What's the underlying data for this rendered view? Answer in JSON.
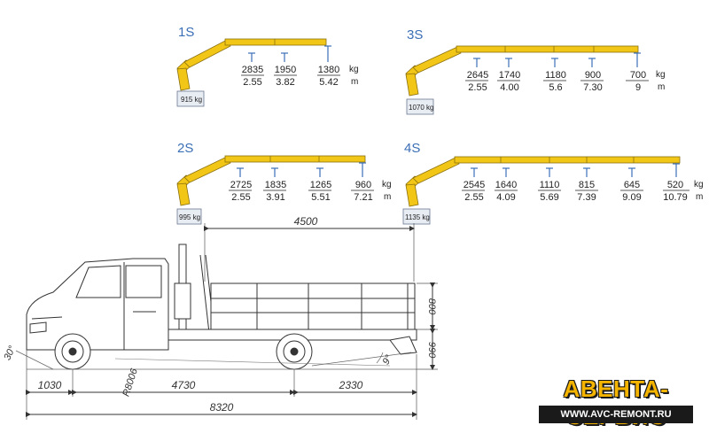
{
  "units": {
    "kg": "kg",
    "m": "m"
  },
  "cranes": [
    {
      "id": "1S",
      "weight": "915 kg",
      "kg": [
        "2835",
        "1950",
        "1380"
      ],
      "m": [
        "2.55",
        "3.82",
        "5.42"
      ]
    },
    {
      "id": "2S",
      "weight": "995 kg",
      "kg": [
        "2725",
        "1835",
        "1265",
        "960"
      ],
      "m": [
        "2.55",
        "3.91",
        "5.51",
        "7.21"
      ]
    },
    {
      "id": "3S",
      "weight": "1070 kg",
      "kg": [
        "2645",
        "1740",
        "1180",
        "900",
        "700"
      ],
      "m": [
        "2.55",
        "4.00",
        "5.6",
        "7.30",
        "9"
      ]
    },
    {
      "id": "4S",
      "weight": "1135 kg",
      "kg": [
        "2545",
        "1640",
        "1110",
        "815",
        "645",
        "520"
      ],
      "m": [
        "2.55",
        "4.09",
        "5.69",
        "7.39",
        "9.09",
        "10.79"
      ]
    }
  ],
  "dimensions": {
    "platform_length": "4500",
    "front_overhang": "1030",
    "wheelbase": "4730",
    "rear_overhang": "2330",
    "total_length": "8320",
    "side_height": "800",
    "floor_height": "990",
    "turning_radius": "R8006",
    "approach_angle": "30°",
    "departure_angle": "9°"
  },
  "colors": {
    "boom": "#f2c616",
    "boom_stroke": "#8a7010",
    "title": "#3b6fb6",
    "logo": "#f4b400"
  },
  "logo": {
    "name": "АВЕНТА-СЕРВИС",
    "url": "WWW.AVC-REMONT.RU"
  }
}
